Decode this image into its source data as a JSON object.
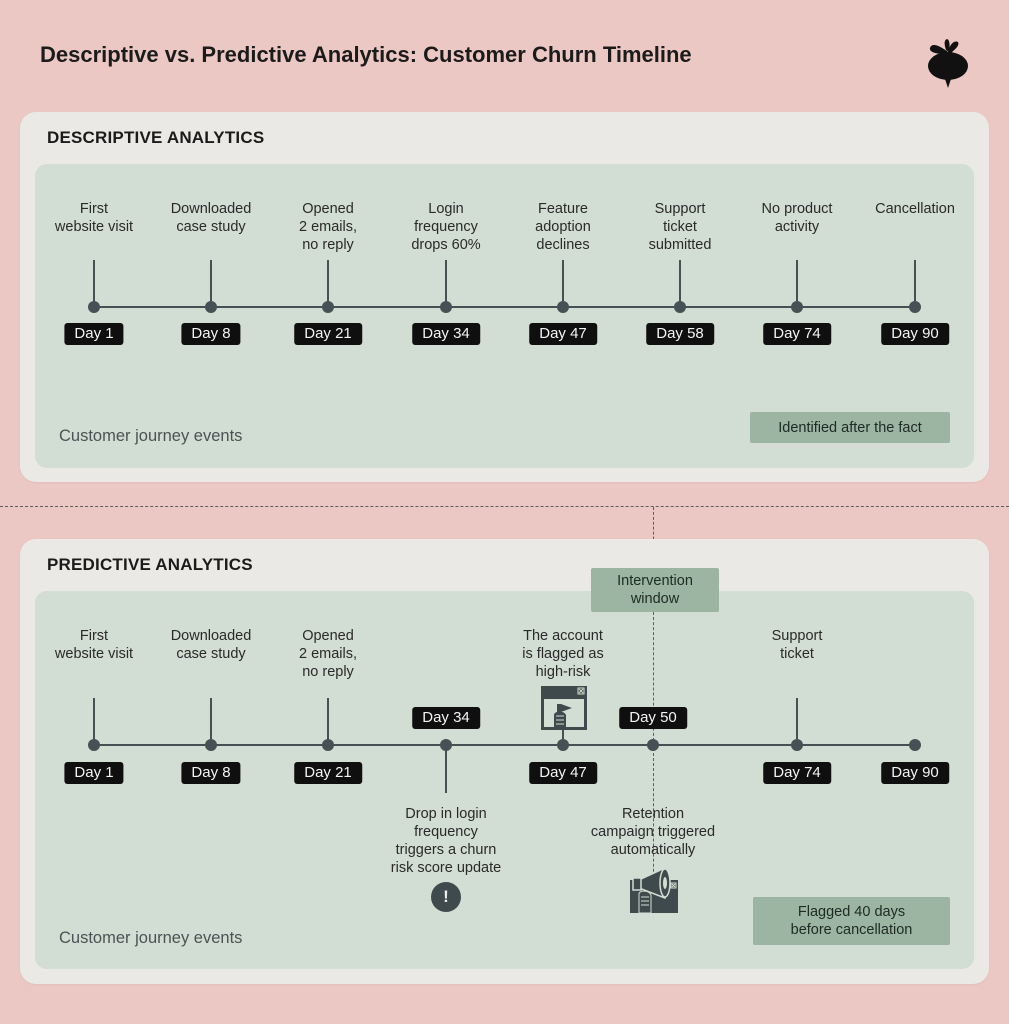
{
  "title": "Descriptive vs. Predictive Analytics: Customer Churn Timeline",
  "descriptive": {
    "heading": "DESCRIPTIVE ANALYTICS",
    "events": [
      {
        "label": "First\nwebsite visit",
        "day": "Day 1"
      },
      {
        "label": "Downloaded\ncase study",
        "day": "Day 8"
      },
      {
        "label": "Opened\n2 emails,\nno reply",
        "day": "Day 21"
      },
      {
        "label": "Login\nfrequency\ndrops 60%",
        "day": "Day 34"
      },
      {
        "label": "Feature\nadoption\ndeclines",
        "day": "Day 47"
      },
      {
        "label": "Support\nticket\nsubmitted",
        "day": "Day 58"
      },
      {
        "label": "No product\nactivity",
        "day": "Day 74"
      },
      {
        "label": "Cancellation",
        "day": "Day 90"
      }
    ],
    "footer": "Customer journey events",
    "badge": "Identified after the fact"
  },
  "predictive": {
    "heading": "PREDICTIVE ANALYTICS",
    "intervention": "Intervention\nwindow",
    "events": [
      {
        "label": "First\nwebsite visit",
        "day": "Day 1"
      },
      {
        "label": "Downloaded\ncase study",
        "day": "Day 8"
      },
      {
        "label": "Opened\n2 emails,\nno reply",
        "day": "Day 21"
      },
      {
        "label": "Drop in login\nfrequency\ntriggers a churn\nrisk score update",
        "day": "Day 34"
      },
      {
        "label": "The account\nis flagged as\nhigh-risk",
        "day": "Day 47"
      },
      {
        "label": "Retention\ncampaign triggered\nautomatically",
        "day": "Day 50"
      },
      {
        "label": "Support\nticket",
        "day": "Day 74"
      },
      {
        "label": "",
        "day": "Day 90"
      }
    ],
    "footer": "Customer journey events",
    "badge": "Flagged 40 days\nbefore cancellation",
    "icons": [
      "warning-icon",
      "flagged-account-icon",
      "megaphone-campaign-icon"
    ]
  },
  "colors": {
    "background": "#ecc8c4",
    "card": "#ebe9e5",
    "panel": "#d2ddd3",
    "badge": "#9bb5a2",
    "line": "#455154",
    "day_tag": "#0f0f0f"
  }
}
